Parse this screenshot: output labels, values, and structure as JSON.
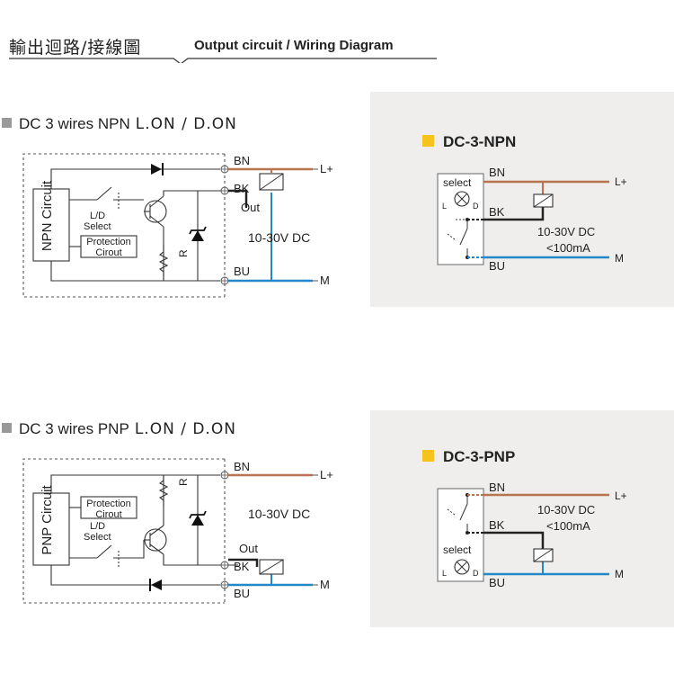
{
  "header": {
    "title_zh": "輸出迴路/接線圖",
    "title_en": "Output circuit / Wiring Diagram"
  },
  "sections": [
    {
      "title": "DC 3 wires NPN",
      "mode": "L.ON / D.ON",
      "circuit_label": "NPN Circuit",
      "ld_label": "L/D",
      "select_label": "Select",
      "protection_label": "Protection",
      "protection_label2": "Cirout",
      "r_label": "R",
      "voltage": "10-30V DC",
      "wires": {
        "bn": "BN",
        "bk": "BK",
        "bu": "BU",
        "out": "Out",
        "lplus": "L+",
        "m": "M"
      }
    },
    {
      "title": "DC 3 wires PNP",
      "mode": "L.ON / D.ON",
      "circuit_label": "PNP Circuit",
      "ld_label": "L/D",
      "select_label": "Select",
      "protection_label": "Protection",
      "protection_label2": "Cirout",
      "r_label": "R",
      "voltage": "10-30V DC",
      "wires": {
        "bn": "BN",
        "bk": "BK",
        "bu": "BU",
        "out": "Out",
        "lplus": "L+",
        "m": "M"
      }
    }
  ],
  "panels": [
    {
      "title": "DC-3-NPN",
      "select_label": "select",
      "l": "L",
      "d": "D",
      "voltage": "10-30V DC",
      "current": "<100mA",
      "wires": {
        "bn": "BN",
        "bk": "BK",
        "bu": "BU",
        "lplus": "L+",
        "m": "M"
      }
    },
    {
      "title": "DC-3-PNP",
      "select_label": "select",
      "l": "L",
      "d": "D",
      "voltage": "10-30V DC",
      "current": "<100mA",
      "wires": {
        "bn": "BN",
        "bk": "BK",
        "bu": "BU",
        "lplus": "L+",
        "m": "M"
      }
    }
  ],
  "colors": {
    "brown": "#b8734f",
    "blue": "#2288c8",
    "black": "#222222",
    "panel_bg": "#efeeed",
    "accent_yellow": "#f6c31c"
  }
}
